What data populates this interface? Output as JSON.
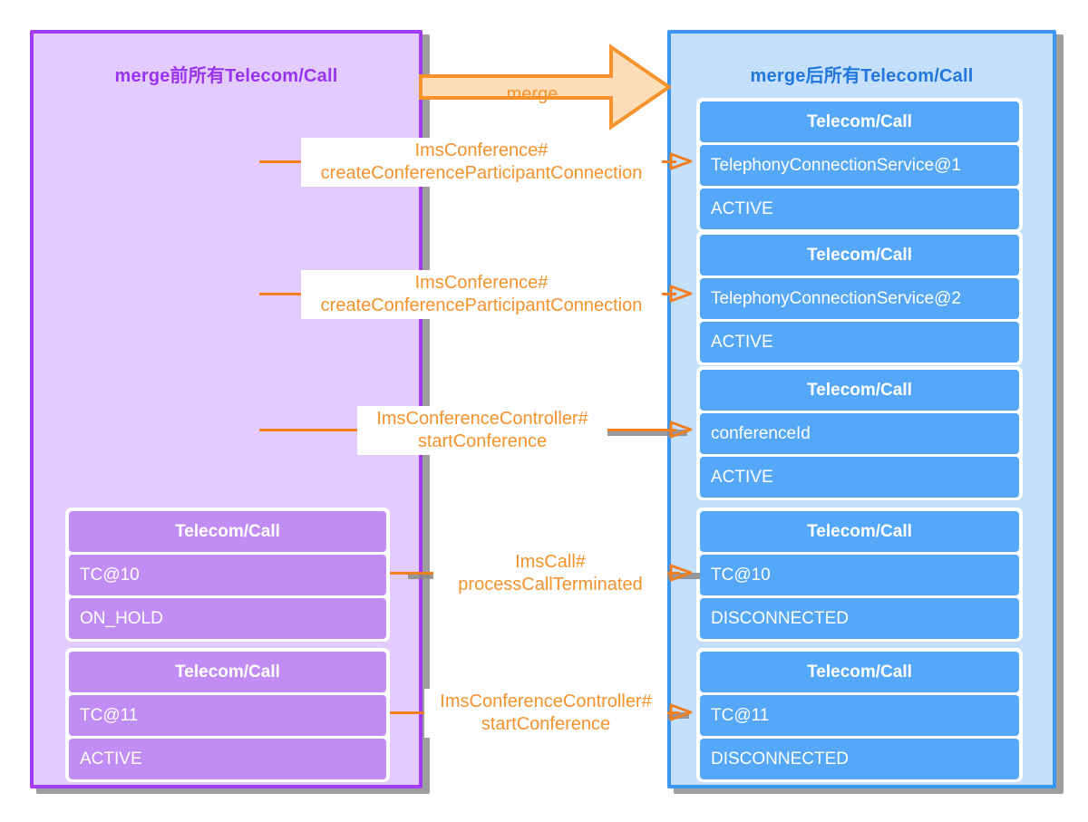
{
  "diagram": {
    "panels": {
      "before": {
        "title": "merge前所有Telecom/Call",
        "border_color": "#a13df2",
        "fill_color": "#e3ccfb",
        "cards": [
          {
            "header": "Telecom/Call",
            "id": "TC@10",
            "state": "ON_HOLD"
          },
          {
            "header": "Telecom/Call",
            "id": "TC@11",
            "state": "ACTIVE"
          }
        ]
      },
      "after": {
        "title": "merge后所有Telecom/Call",
        "border_color": "#3a96ef",
        "fill_color": "#c5e0fd",
        "cards": [
          {
            "header": "Telecom/Call",
            "id": "TelephonyConnectionService@1",
            "state": "ACTIVE"
          },
          {
            "header": "Telecom/Call",
            "id": "TelephonyConnectionService@2",
            "state": "ACTIVE"
          },
          {
            "header": "Telecom/Call",
            "id": "conferenceId",
            "state": "ACTIVE"
          },
          {
            "header": "Telecom/Call",
            "id": "TC@10",
            "state": "DISCONNECTED"
          },
          {
            "header": "Telecom/Call",
            "id": "TC@11",
            "state": "DISCONNECTED"
          }
        ]
      }
    },
    "merge_arrow": {
      "label": "merge",
      "fill_color": "#fcddb8",
      "border_color": "#f5922c"
    },
    "flows": [
      {
        "line1": "ImsConference#",
        "line2": "createConferenceParticipantConnection"
      },
      {
        "line1": "ImsConference#",
        "line2": "createConferenceParticipantConnection"
      },
      {
        "line1": "ImsConferenceController#",
        "line2": "startConference"
      },
      {
        "line1": "ImsCall#",
        "line2": "processCallTerminated"
      },
      {
        "line1": "ImsConferenceController#",
        "line2": "startConference"
      }
    ],
    "accent_color": "#ef7f20"
  }
}
